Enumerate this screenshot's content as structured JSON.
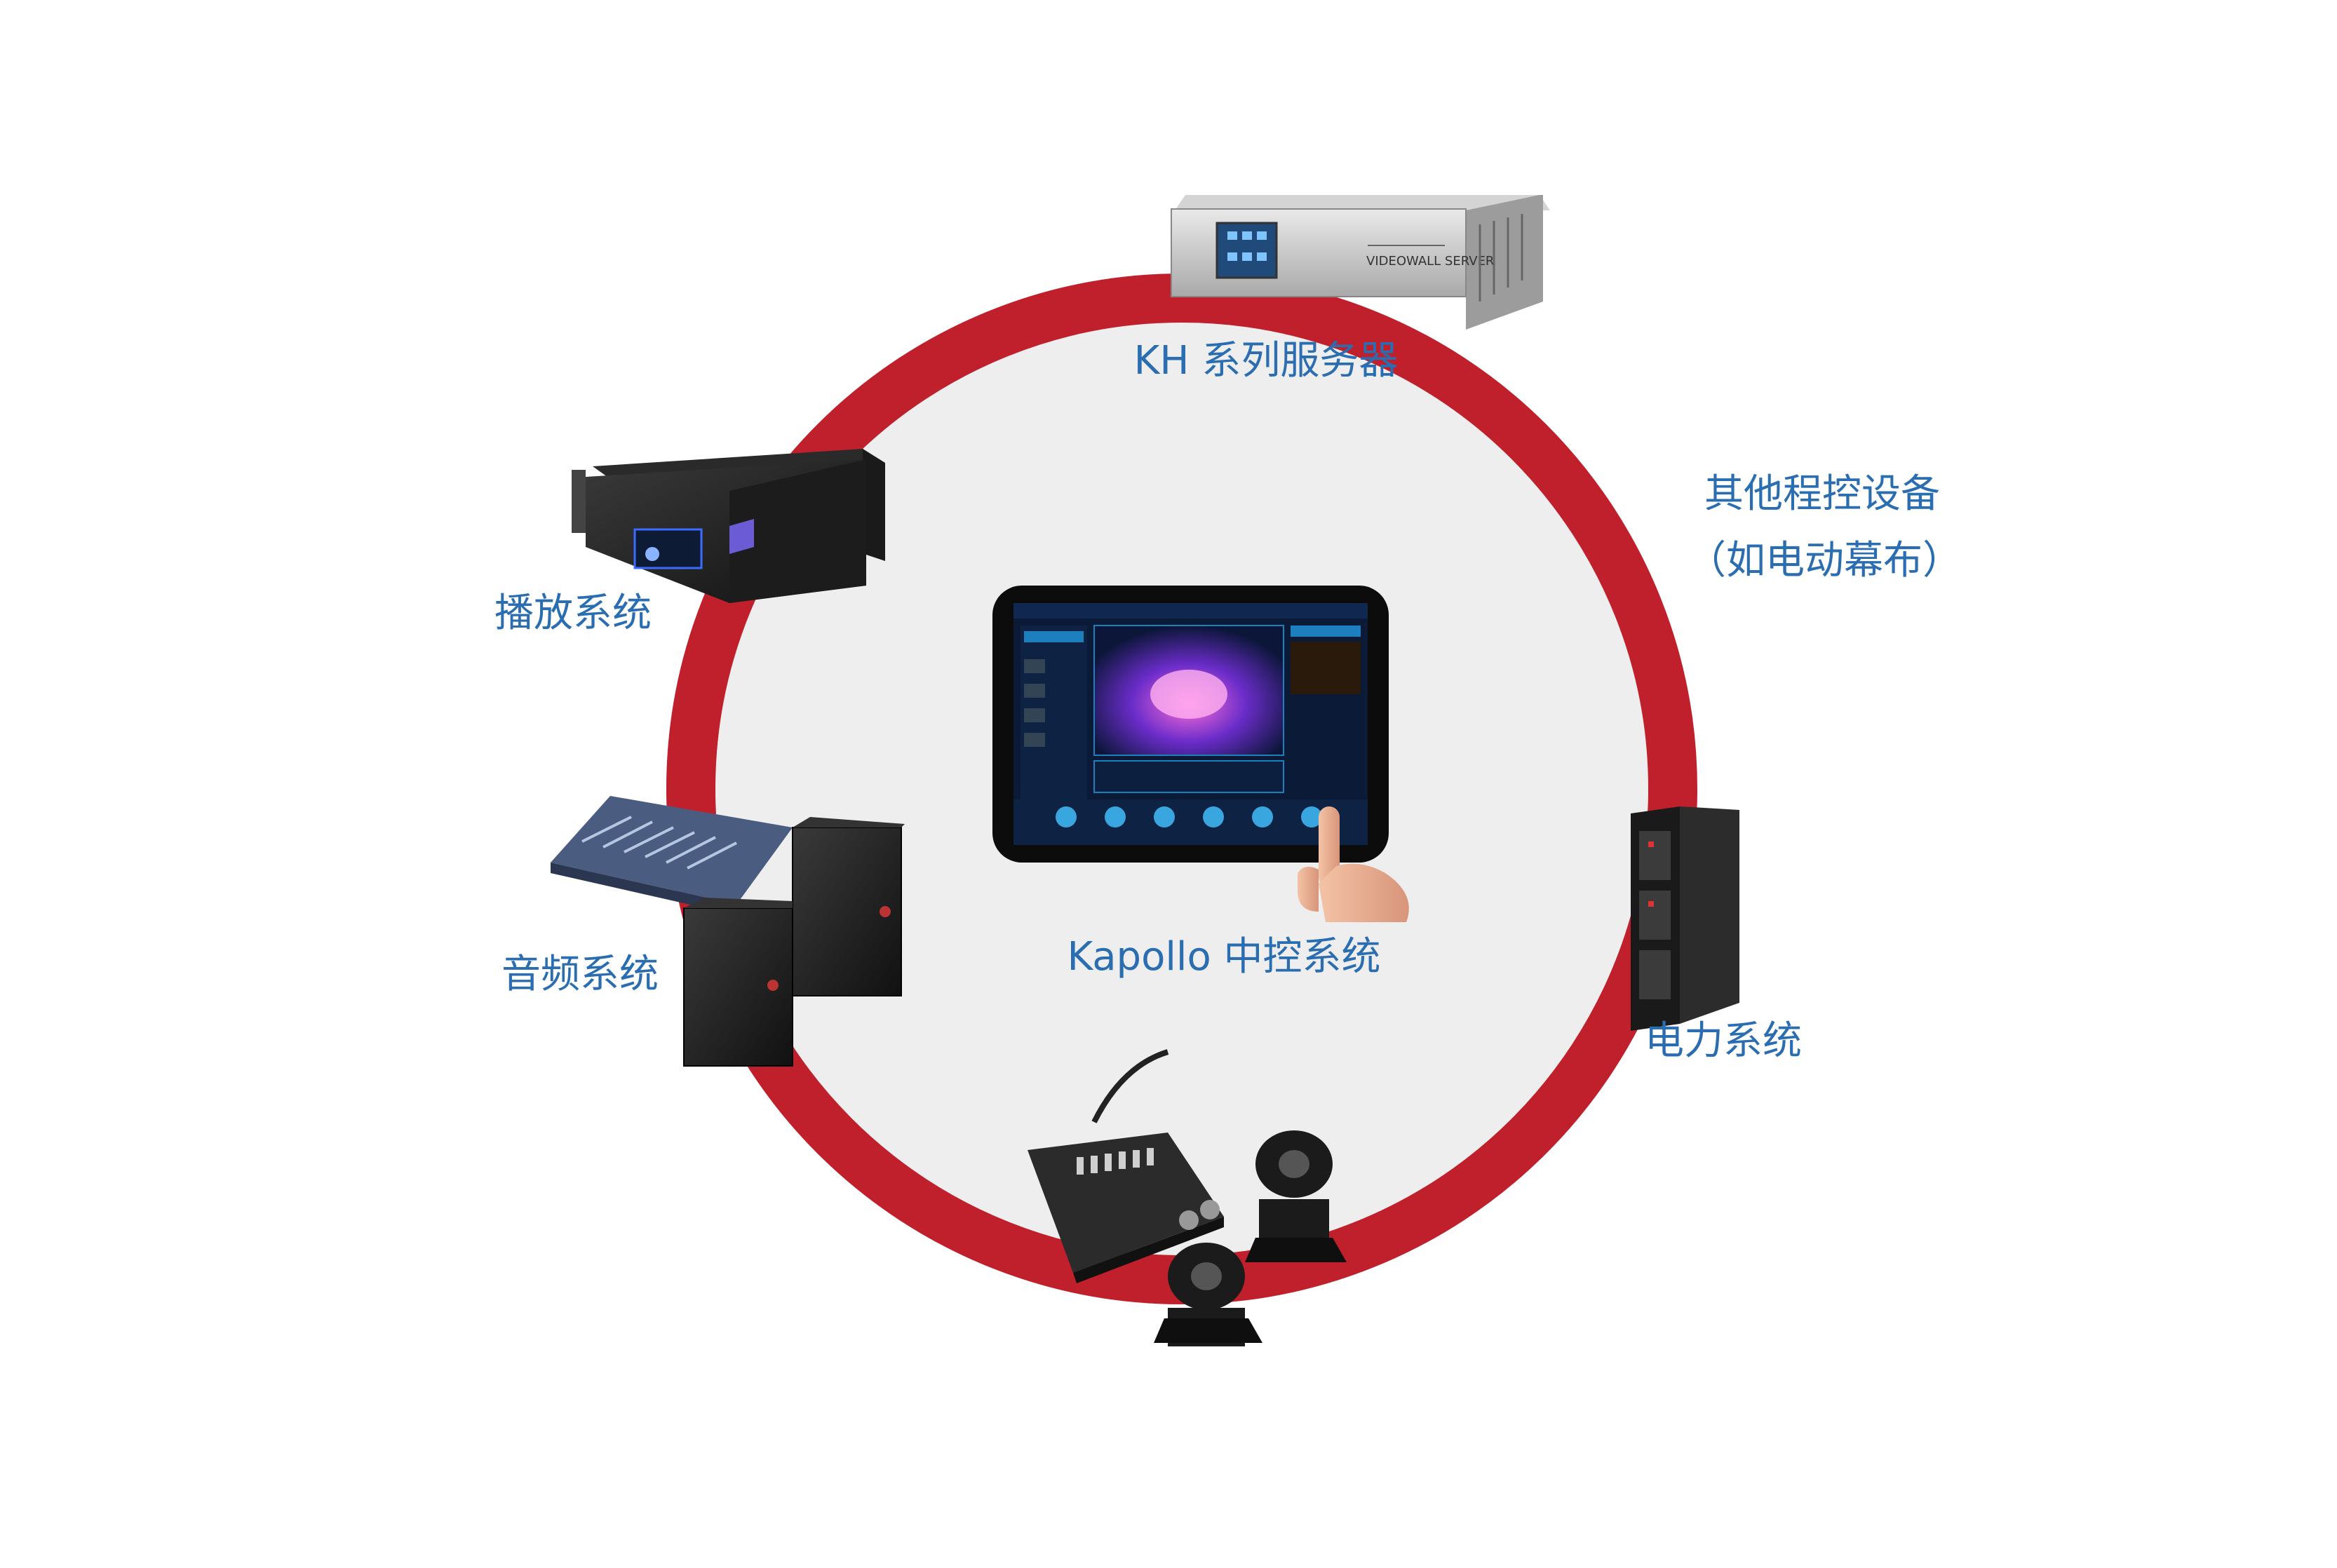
{
  "labels": {
    "server": "KH 系列服务器",
    "other_line1": "其他程控设备",
    "other_line2": "（如电动幕布）",
    "playback": "播放系统",
    "audio": "音频系统",
    "central": "Kapollo 中控系统",
    "power": "电力系统"
  },
  "device_text": {
    "server_panel": "VIDEOWALL SERVER"
  },
  "colors": {
    "ring": "#c0202c",
    "disc": "#eeeeee",
    "label": "#2a6db0"
  }
}
